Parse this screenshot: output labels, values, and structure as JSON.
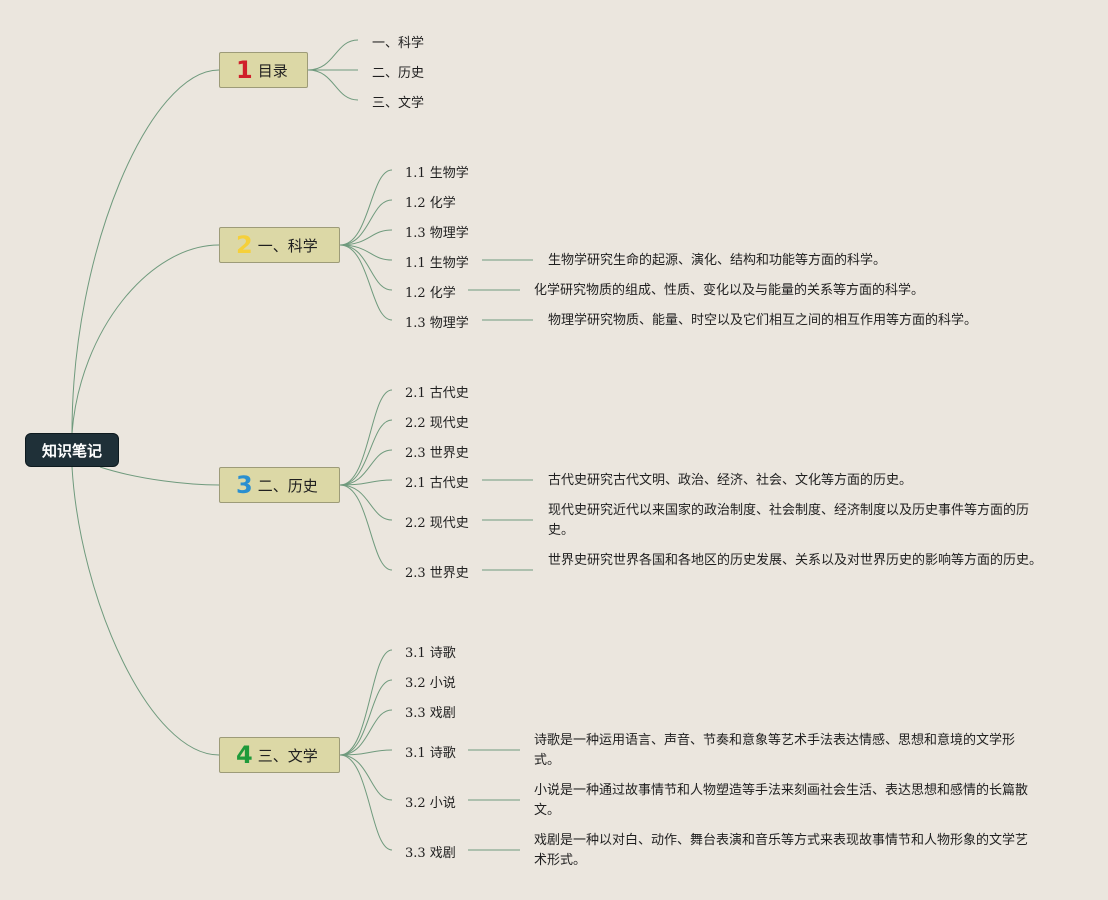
{
  "root": {
    "label": "知识笔记"
  },
  "topics": [
    {
      "number": "1",
      "label": "目录",
      "number_color": "#d0202a",
      "children": [
        "一、科学",
        "二、历史",
        "三、文学"
      ]
    },
    {
      "number": "2",
      "label": "一、科学",
      "number_color": "#f5d03a",
      "children": [
        "1.1 生物学",
        "1.2 化学",
        "1.3 物理学",
        "1.1 生物学",
        "1.2 化学",
        "1.3 物理学"
      ],
      "descriptions": [
        "生物学研究生命的起源、演化、结构和功能等方面的科学。",
        "化学研究物质的组成、性质、变化以及与能量的关系等方面的科学。",
        "物理学研究物质、能量、时空以及它们相互之间的相互作用等方面的科学。"
      ]
    },
    {
      "number": "3",
      "label": "二、历史",
      "number_color": "#2a8fd0",
      "children": [
        "2.1 古代史",
        "2.2 现代史",
        "2.3 世界史",
        "2.1 古代史",
        "2.2 现代史",
        "2.3 世界史"
      ],
      "descriptions": [
        "古代史研究古代文明、政治、经济、社会、文化等方面的历史。",
        "现代史研究近代以来国家的政治制度、社会制度、经济制度以及历史事件等方面的历史。",
        "世界史研究世界各国和各地区的历史发展、关系以及对世界历史的影响等方面的历史。"
      ]
    },
    {
      "number": "4",
      "label": "三、文学",
      "number_color": "#1f9a3a",
      "children": [
        "3.1 诗歌",
        "3.2 小说",
        "3.3 戏剧",
        "3.1 诗歌",
        "3.2 小说",
        "3.3 戏剧"
      ],
      "descriptions": [
        "诗歌是一种运用语言、声音、节奏和意象等艺术手法表达情感、思想和意境的文学形式。",
        "小说是一种通过故事情节和人物塑造等手法来刻画社会生活、表达思想和感情的长篇散文。",
        "戏剧是一种以对白、动作、舞台表演和音乐等方式来表现故事情节和人物形象的文学艺术形式。"
      ]
    }
  ]
}
